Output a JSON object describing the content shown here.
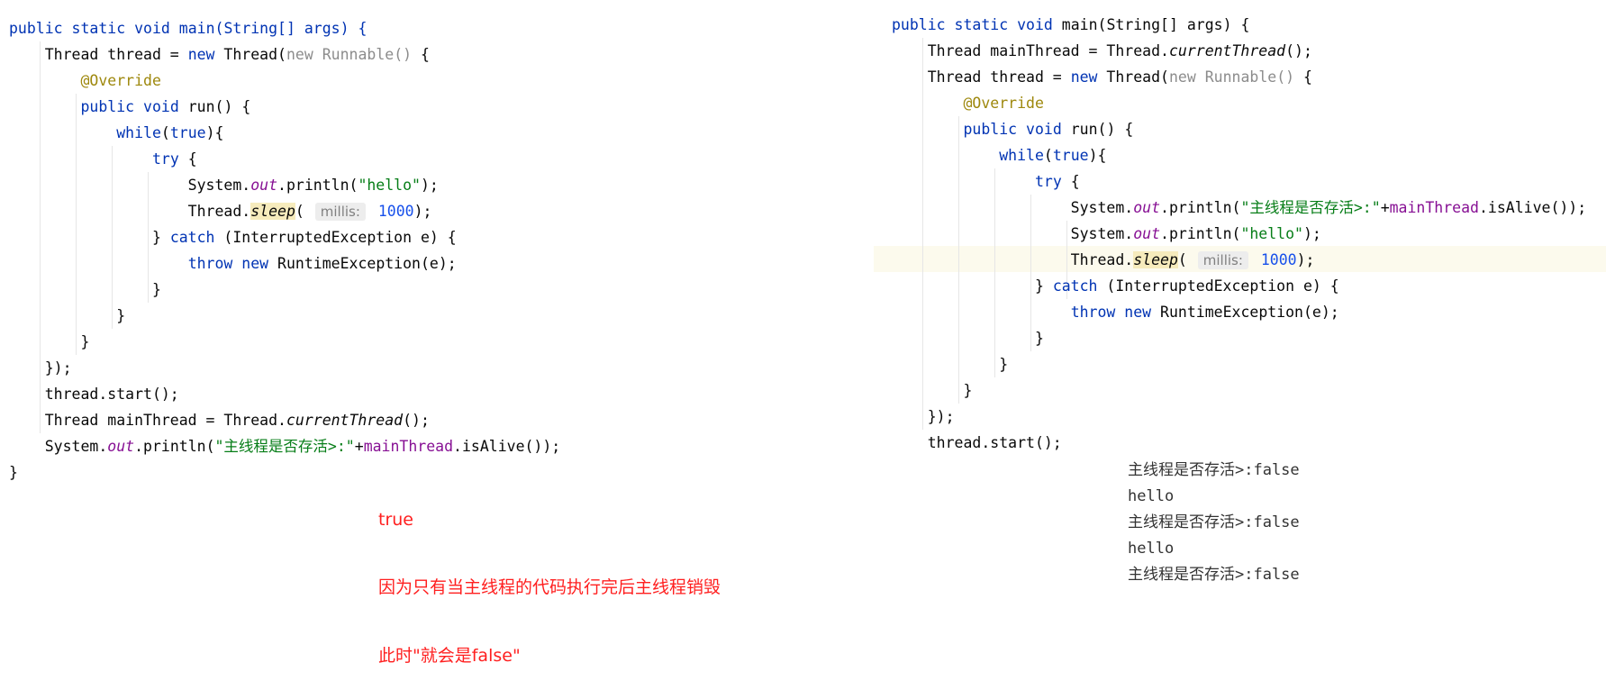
{
  "left_panel": {
    "lines": [
      "public static void main(String[] args) {",
      "    Thread thread = new Thread(new Runnable() {",
      "        @Override",
      "        public void run() {",
      "            while(true){",
      "                try {",
      "                    System.out.println(\"hello\");",
      "                    Thread.sleep( millis: 1000);",
      "                } catch (InterruptedException e) {",
      "                    throw new RuntimeException(e);",
      "                }",
      "            }",
      "        }",
      "    });",
      "    thread.start();",
      "    Thread mainThread = Thread.currentThread();",
      "    System.out.println(\"主线程是否存活>:\"+mainThread.isAlive());",
      "}"
    ]
  },
  "annotation": {
    "line1": "true",
    "line2": "因为只有当主线程的代码执行完后主线程销毁",
    "line3": "此时\"就会是false\""
  },
  "right_panel": {
    "lines": [
      "public static void main(String[] args) {",
      "    Thread mainThread = Thread.currentThread();",
      "    Thread thread = new Thread(new Runnable() {",
      "        @Override",
      "        public void run() {",
      "            while(true){",
      "                try {",
      "                    System.out.println(\"主线程是否存活>:\"+mainThread.isAlive());",
      "                    System.out.println(\"hello\");",
      "                    Thread.sleep( millis: 1000);",
      "                } catch (InterruptedException e) {",
      "                    throw new RuntimeException(e);",
      "                }",
      "            }",
      "        }",
      "    });",
      "    thread.start();"
    ]
  },
  "console_output": [
    "主线程是否存活>:false",
    "hello",
    "主线程是否存活>:false",
    "hello",
    "主线程是否存活>:false"
  ],
  "colors": {
    "keyword": "#0033b3",
    "string": "#067d17",
    "annotation": "#9e880d",
    "static_field": "#871094",
    "number": "#1750eb",
    "note_red": "#ff1f1f"
  }
}
